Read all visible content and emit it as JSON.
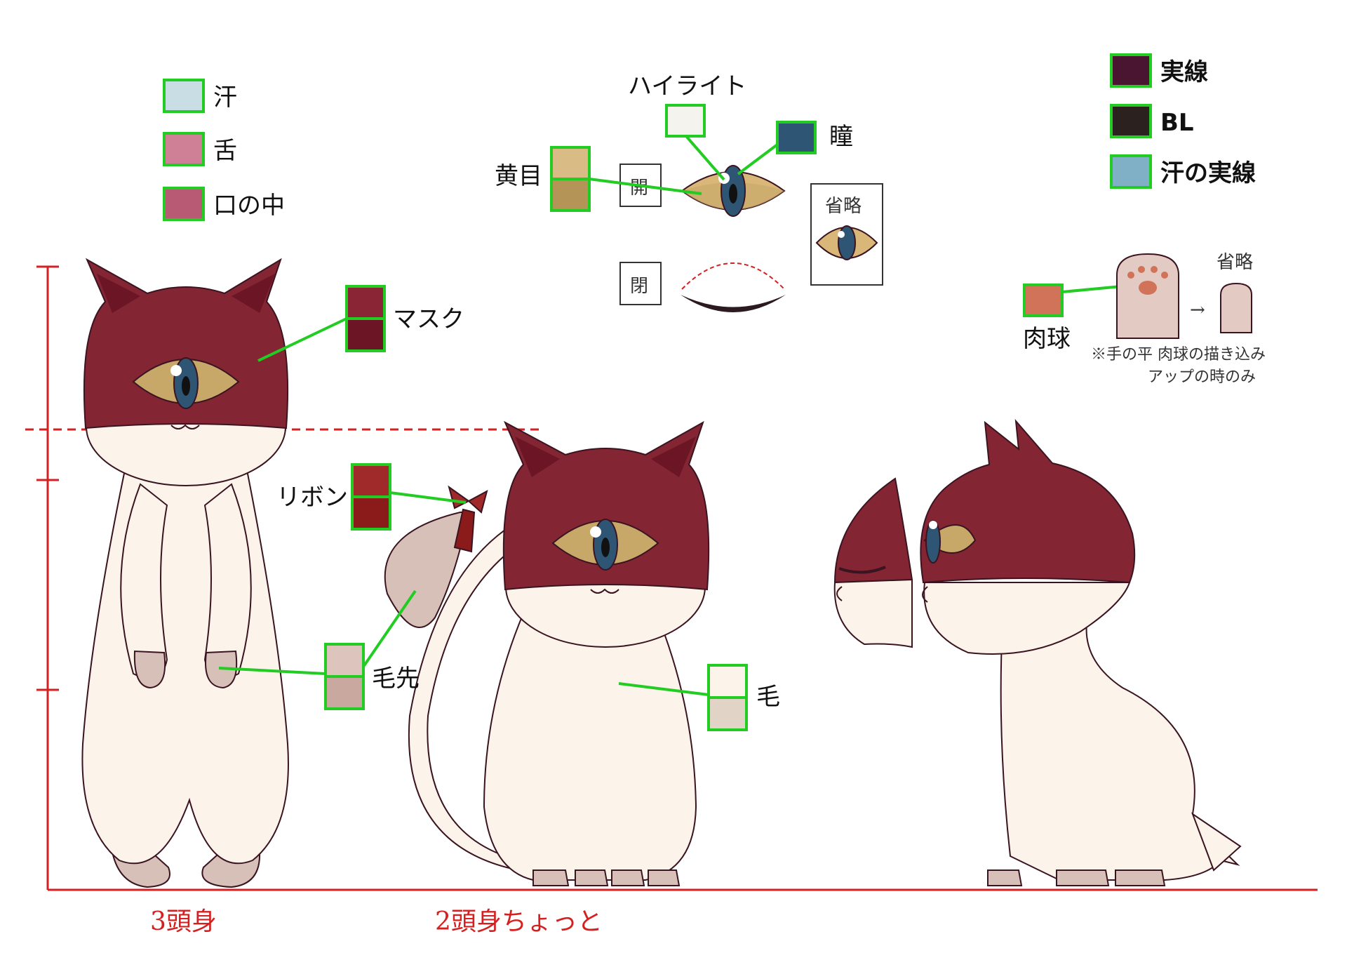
{
  "legend_left": [
    {
      "label": "汗",
      "color": "#c8dde4"
    },
    {
      "label": "舌",
      "color": "#cf7f96"
    },
    {
      "label": "口の中",
      "color": "#b85a74"
    }
  ],
  "legend_right": [
    {
      "label": "実線",
      "color": "#4a1530"
    },
    {
      "label": "BL",
      "color": "#2b2220"
    },
    {
      "label": "汗の実線",
      "color": "#7fb0c5"
    }
  ],
  "eye": {
    "highlight_label": "ハイライト",
    "highlight_color": "#f5f3ee",
    "pupil_label": "瞳",
    "pupil_color": "#2e5574",
    "white_label": "黄目",
    "white_colors": [
      "#d9bb86",
      "#b59458"
    ],
    "open_note": "開",
    "closed_note": "閉",
    "simplified_note": "省略"
  },
  "paw": {
    "label": "肉球",
    "color": "#d07358",
    "simplified_note": "省略",
    "arrow": "→",
    "note_line1": "※手の平 肉球の描き込み",
    "note_line2": "アップの時のみ"
  },
  "parts": {
    "mask_label": "マスク",
    "mask_colors": [
      "#8a2535",
      "#6b1525"
    ],
    "ribbon_label": "リボン",
    "ribbon_colors": [
      "#a02a2a",
      "#8b1a1a"
    ],
    "tip_label": "毛先",
    "tip_colors": [
      "#ddc4bc",
      "#c9a8a0"
    ],
    "fur_label": "毛",
    "fur_colors": [
      "#fcf3ea",
      "#e1d3c6"
    ]
  },
  "proportions": {
    "standing": "3頭身",
    "sitting": "2頭身ちょっと"
  },
  "colors": {
    "fur": "#fcf3ea",
    "fur_shade": "#e1d3c6",
    "tip": "#d7c0b8",
    "mask": "#842534",
    "eye_white": "#c8a868",
    "eye_white_dark": "#a8874a",
    "pupil": "#2e5574",
    "guide_red": "#d42020"
  }
}
